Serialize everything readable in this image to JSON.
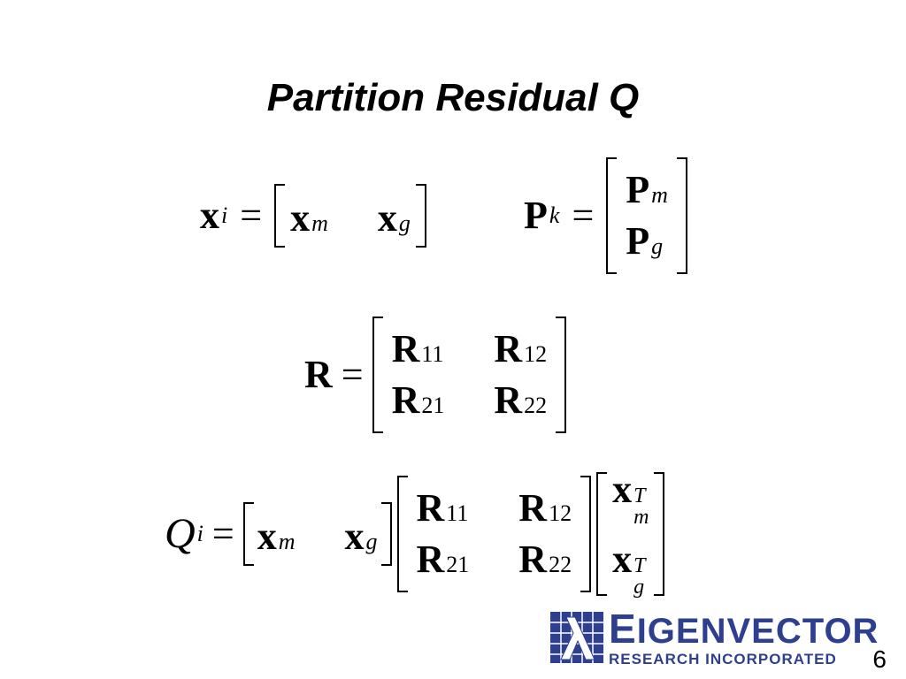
{
  "slide": {
    "title": "Partition Residual Q",
    "page_number": "6"
  },
  "eq1": {
    "lhs": "x",
    "lhs_sub": "i",
    "equals": "=",
    "e1": "x",
    "e1_sub": "m",
    "e2": "x",
    "e2_sub": "g"
  },
  "eq2": {
    "lhs": "P",
    "lhs_sub": "k",
    "equals": "=",
    "e1": "P",
    "e1_sub": "m",
    "e2": "P",
    "e2_sub": "g"
  },
  "eq3": {
    "lhs": "R",
    "equals": "=",
    "cells": [
      {
        "sym": "R",
        "sub": "11"
      },
      {
        "sym": "R",
        "sub": "12"
      },
      {
        "sym": "R",
        "sub": "21"
      },
      {
        "sym": "R",
        "sub": "22"
      }
    ]
  },
  "eq4": {
    "lhs": "Q",
    "lhs_sub": "i",
    "equals": "=",
    "v1": "x",
    "v1_sub": "m",
    "v2": "x",
    "v2_sub": "g",
    "cells": [
      {
        "sym": "R",
        "sub": "11"
      },
      {
        "sym": "R",
        "sub": "12"
      },
      {
        "sym": "R",
        "sub": "21"
      },
      {
        "sym": "R",
        "sub": "22"
      }
    ],
    "c1": "x",
    "c1_sup": "T",
    "c1_sub": "m",
    "c2": "x",
    "c2_sup": "T",
    "c2_sub": "g"
  },
  "logo": {
    "first_letter": "E",
    "rest": "IGENVECTOR",
    "tagline": "RESEARCH INCORPORATED",
    "color": "#2f3f8f"
  }
}
